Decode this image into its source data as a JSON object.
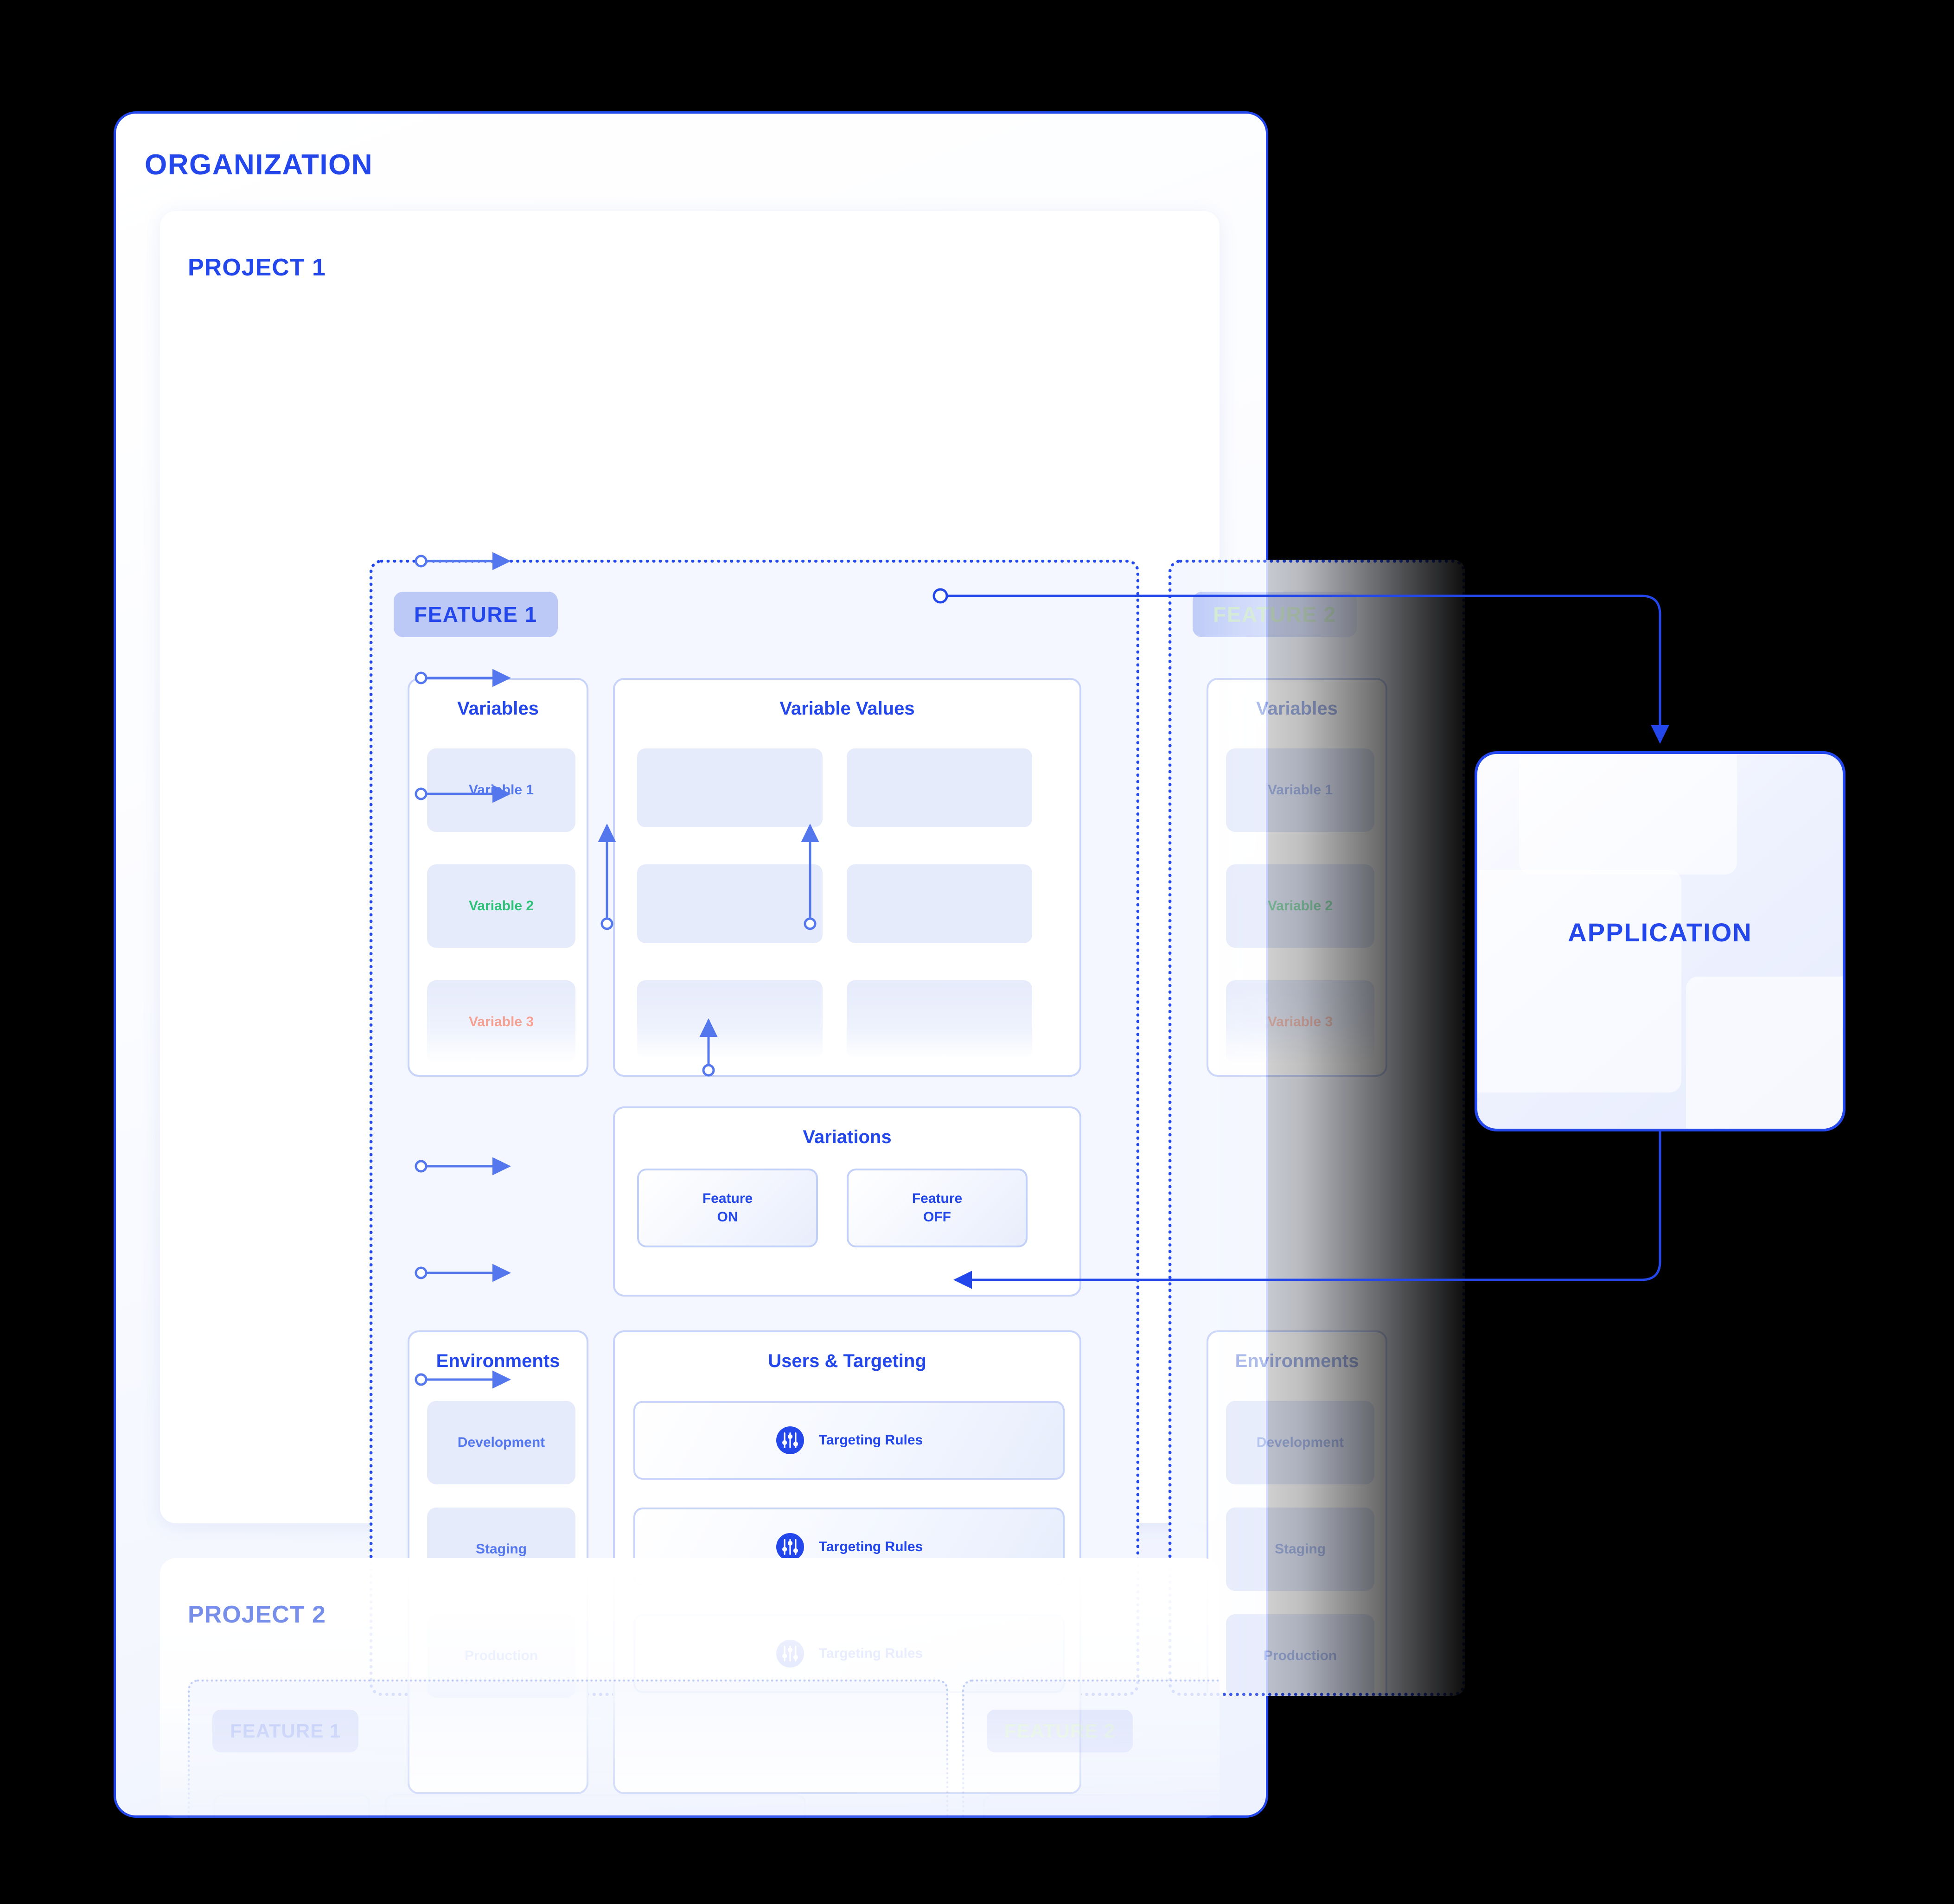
{
  "organization": {
    "title": "ORGANIZATION"
  },
  "projects": [
    {
      "title": "PROJECT 1",
      "features": [
        {
          "badge": "FEATURE 1",
          "variables_panel": {
            "title": "Variables",
            "items": [
              "Variable 1",
              "Variable 2",
              "Variable 3"
            ]
          },
          "variable_values_panel": {
            "title": "Variable Values",
            "cells": [
              "",
              "",
              "",
              "",
              "",
              ""
            ]
          },
          "variations_panel": {
            "title": "Variations",
            "options": [
              {
                "line1": "Feature",
                "line2": "ON"
              },
              {
                "line1": "Feature",
                "line2": "OFF"
              }
            ]
          },
          "environments_panel": {
            "title": "Environments",
            "items": [
              "Development",
              "Staging",
              "Production"
            ]
          },
          "targeting_panel": {
            "title": "Users & Targeting",
            "rows": [
              "Targeting Rules",
              "Targeting Rules",
              "Targeting Rules"
            ],
            "icon": "sliders-icon"
          }
        },
        {
          "badge": "FEATURE 2",
          "variables_panel": {
            "title": "Variables",
            "items": [
              "Variable 1",
              "Variable 2",
              "Variable 3"
            ]
          },
          "environments_panel": {
            "title": "Environments",
            "items": [
              "Development",
              "Staging",
              "Production"
            ]
          }
        }
      ]
    },
    {
      "title": "PROJECT 2",
      "features": [
        {
          "badge": "FEATURE 1"
        },
        {
          "badge": "FEATURE 2"
        }
      ]
    }
  ],
  "application": {
    "label": "APPLICATION"
  },
  "colors": {
    "accent_blue": "#2347ea",
    "mid_blue": "#5577ee",
    "green": "#2fc07a",
    "salmon": "#f4a092",
    "card_lavender": "#e6ebfb",
    "badge_periwinkle": "#bcc9f7",
    "panel_border": "#c7d3f8",
    "feature_bg": "#f4f7ff"
  }
}
